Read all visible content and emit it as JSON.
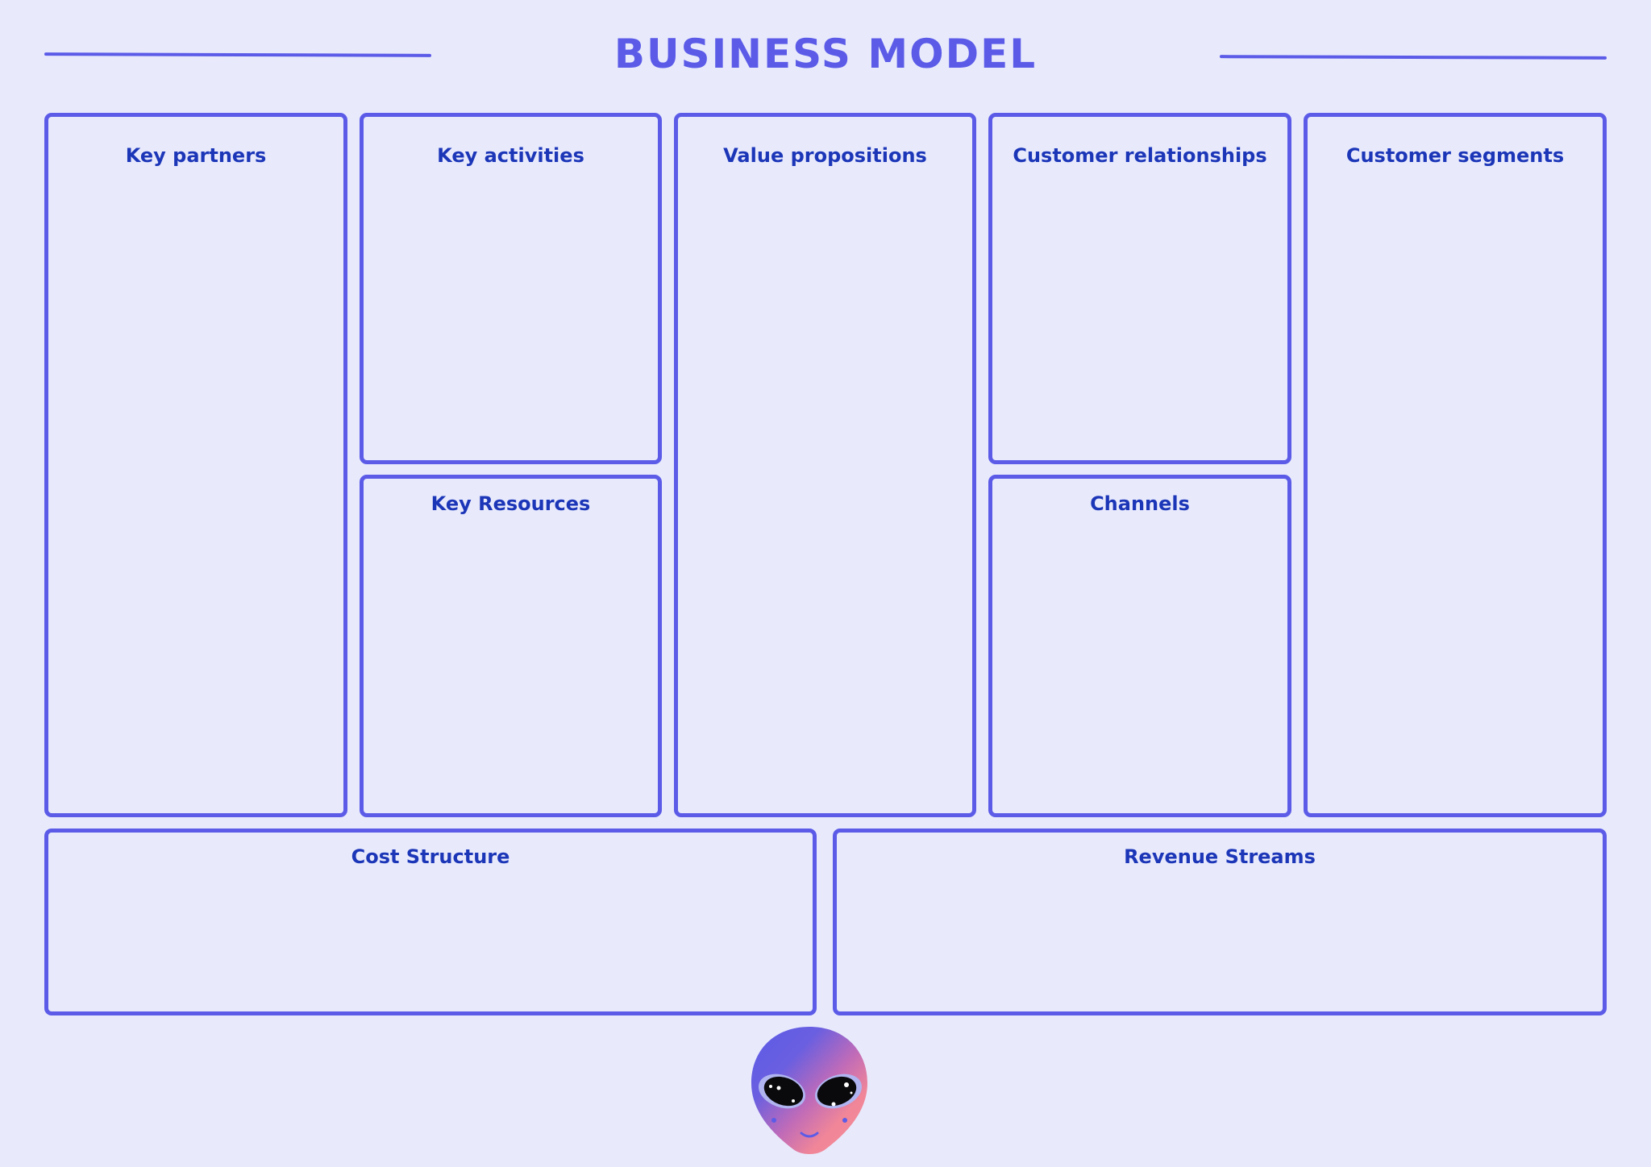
{
  "header": {
    "title": "BUSINESS MODEL"
  },
  "canvas": {
    "blocks": [
      {
        "id": "key-partners",
        "label": "Key partners"
      },
      {
        "id": "key-activities",
        "label": "Key activities"
      },
      {
        "id": "key-resources",
        "label": "Key Resources"
      },
      {
        "id": "value-propositions",
        "label": "Value propositions"
      },
      {
        "id": "customer-relationships",
        "label": "Customer relationships"
      },
      {
        "id": "channels",
        "label": "Channels"
      },
      {
        "id": "customer-segments",
        "label": "Customer segments"
      },
      {
        "id": "cost-structure",
        "label": "Cost Structure"
      },
      {
        "id": "revenue-streams",
        "label": "Revenue Streams"
      }
    ]
  },
  "decoration": {
    "mascot": "alien-head-icon"
  },
  "colors": {
    "accent": "#5b5be8",
    "label": "#1c36b8",
    "background": "#e8eafc"
  }
}
